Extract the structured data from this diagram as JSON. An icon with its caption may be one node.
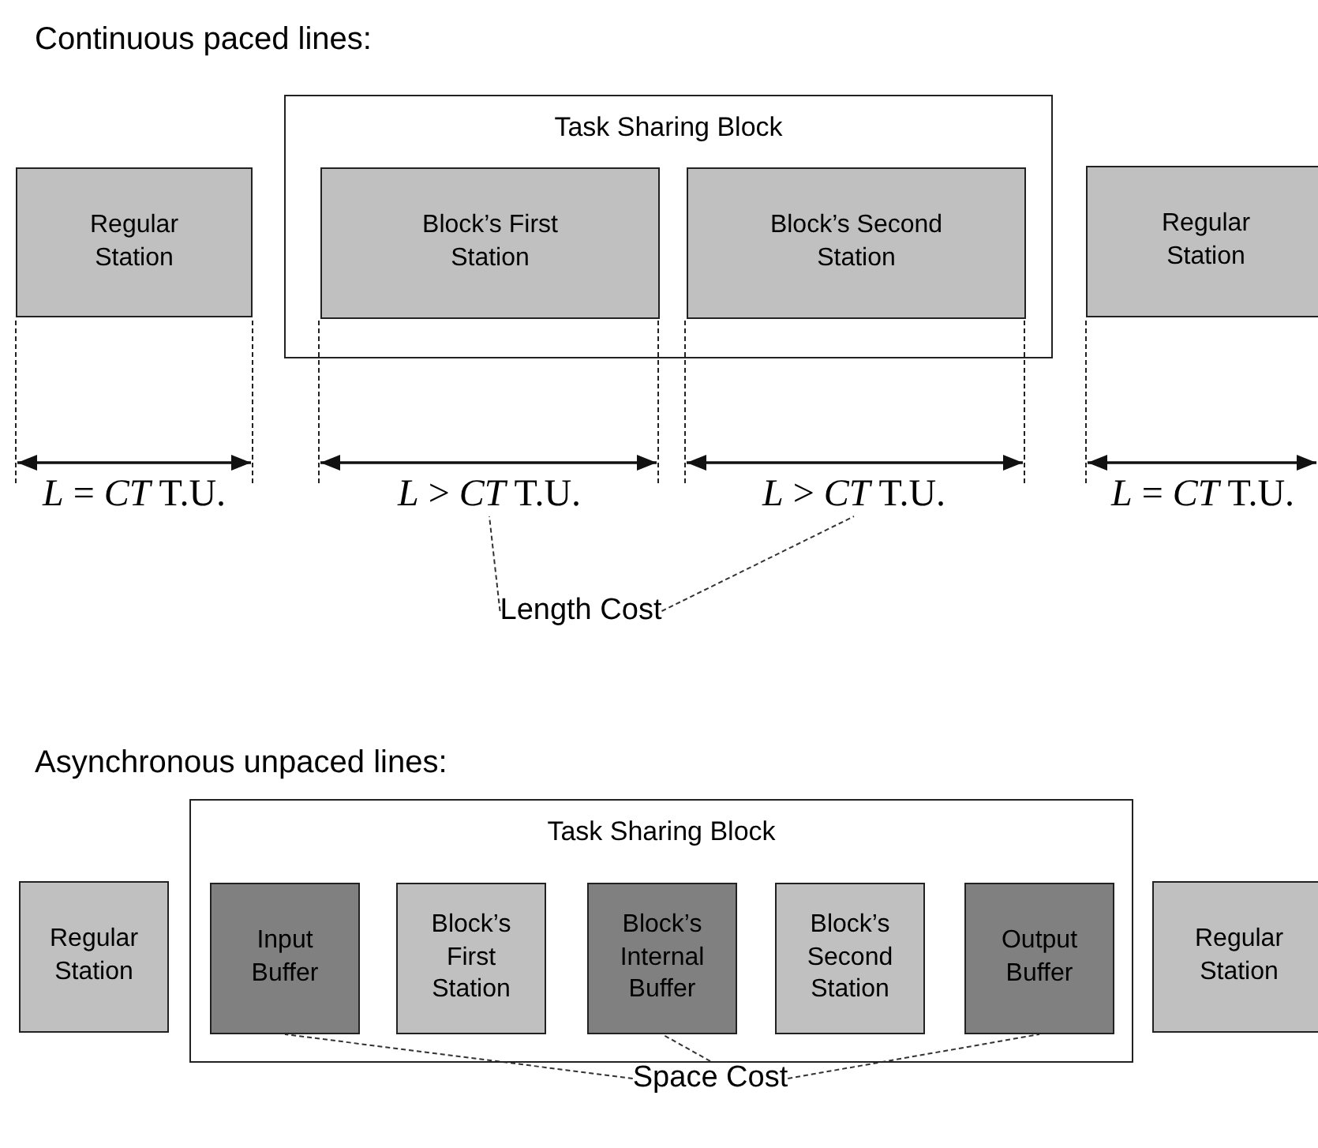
{
  "diagram": {
    "nodes": [
      {
        "text": [
          "Regular Station"
        ]
      },
      {
        "text": [
          "Task Sharing Block"
        ]
      },
      {
        "text": [
          "Block’s First Station"
        ],
        "in": 1
      },
      {
        "text": [
          "Block’s Second Station"
        ],
        "in": 1
      },
      {
        "text": [
          "Regular Station"
        ]
      },
      {
        "text": [
          "*L* > *CT* T.U."
        ]
      },
      {
        "text": [
          "*L* > *CT* T.U."
        ]
      },
      {
        "text": [
          "Length Cost"
        ]
      },
      {
        "text": [
          "Regular Station"
        ]
      },
      {
        "text": [
          "Task Sharing Block"
        ]
      },
      {
        "text": [
          "Input Buffer"
        ],
        "in": 9
      },
      {
        "text": [
          "Block’s First Station"
        ],
        "in": 9
      },
      {
        "text": [
          "Block’s Internal Buffer"
        ],
        "in": 9
      },
      {
        "text": [
          "Block’s Second Station"
        ],
        "in": 9
      },
      {
        "text": [
          "Output Buffer"
        ],
        "in": 9
      },
      {
        "text": [
          "Regular Station"
        ]
      },
      {
        "text": [
          "Space Cost"
        ]
      }
    ],
    "edges": [
      {
        "from": 7,
        "to": 5,
        "arrow": "none",
        "style": "dashed"
      },
      {
        "from": 7,
        "to": 6,
        "arrow": "none",
        "style": "dashed"
      },
      {
        "from": 16,
        "to": 10,
        "arrow": "none",
        "style": "dashed"
      },
      {
        "from": 16,
        "to": 12,
        "arrow": "none",
        "style": "dashed"
      },
      {
        "from": 16,
        "to": 14,
        "arrow": "none",
        "style": "dashed"
      }
    ],
    "labels": [
      "Continuous paced lines:",
      "*L* = *CT* T.U.",
      "*L* = *CT* T.U.",
      "Asynchronous unpaced lines:"
    ]
  }
}
